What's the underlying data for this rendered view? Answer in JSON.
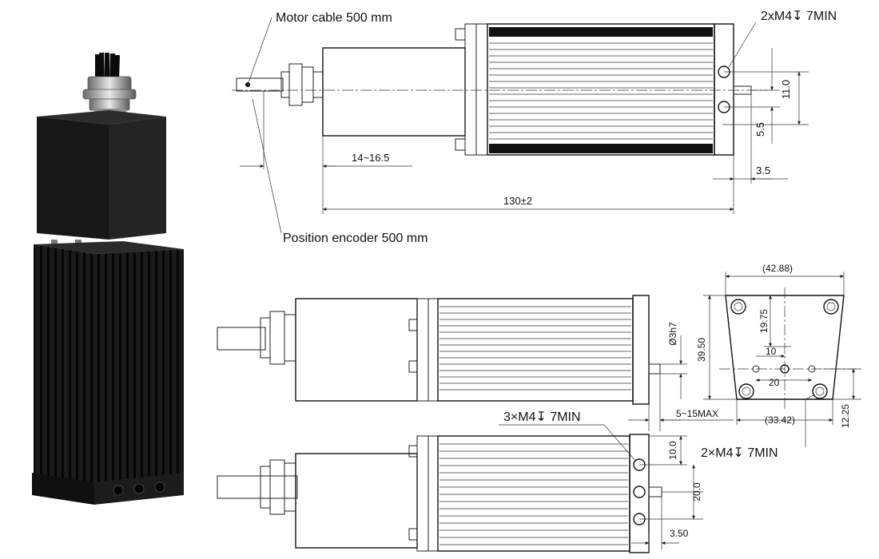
{
  "labels": {
    "motor_cable": "Motor cable 500 mm",
    "position_encoder": "Position encoder 500 mm",
    "mount_holes_top": "2xM4↧ 7MIN",
    "mount_holes_front": "3×M4↧ 7MIN",
    "mount_holes_side": "2×M4↧ 7MIN"
  },
  "dimensions": {
    "d_11_0": "11.0",
    "d_5_5": "5.5",
    "d_14_16_5": "14~16.5",
    "d_130": "130±2",
    "d_3_5": "3.5",
    "d_42_88": "(42.88)",
    "d_19_75": "19.75",
    "d_39_50": "39.50",
    "d_10": "10",
    "d_20": "20",
    "d_33_42": "(33.42)",
    "d_12_25": "12.25",
    "d_shaft": "Ø3h7",
    "d_5_15max": "5~15MAX",
    "d_10_0": "10.0",
    "d_20_0": "20.0",
    "d_3_50": "3.50"
  },
  "colors": {
    "product_body": "#1b1b1b",
    "line": "#222222",
    "background": "#ffffff"
  }
}
